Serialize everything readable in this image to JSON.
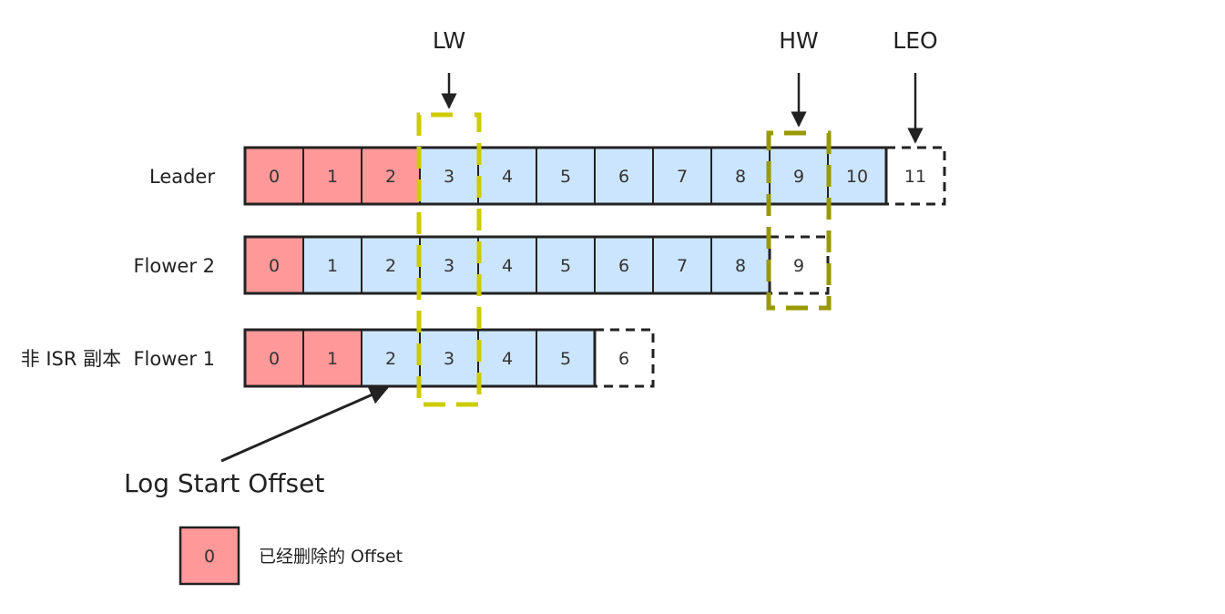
{
  "colors": {
    "deleted": "#ff9999",
    "active": "#cce5ff",
    "pending": "#ffffff",
    "lw_bracket": "#cccc00",
    "hw_bracket": "#999900",
    "stroke": "#222222"
  },
  "markers": {
    "lw": "LW",
    "hw": "HW",
    "leo": "LEO"
  },
  "rows": [
    {
      "label": "Leader",
      "cells": [
        {
          "value": "0",
          "state": "deleted"
        },
        {
          "value": "1",
          "state": "deleted"
        },
        {
          "value": "2",
          "state": "deleted"
        },
        {
          "value": "3",
          "state": "active"
        },
        {
          "value": "4",
          "state": "active"
        },
        {
          "value": "5",
          "state": "active"
        },
        {
          "value": "6",
          "state": "active"
        },
        {
          "value": "7",
          "state": "active"
        },
        {
          "value": "8",
          "state": "active"
        },
        {
          "value": "9",
          "state": "active"
        },
        {
          "value": "10",
          "state": "active"
        },
        {
          "value": "11",
          "state": "pending"
        }
      ]
    },
    {
      "label": "Flower 2",
      "cells": [
        {
          "value": "0",
          "state": "deleted"
        },
        {
          "value": "1",
          "state": "active"
        },
        {
          "value": "2",
          "state": "active"
        },
        {
          "value": "3",
          "state": "active"
        },
        {
          "value": "4",
          "state": "active"
        },
        {
          "value": "5",
          "state": "active"
        },
        {
          "value": "6",
          "state": "active"
        },
        {
          "value": "7",
          "state": "active"
        },
        {
          "value": "8",
          "state": "active"
        },
        {
          "value": "9",
          "state": "pending"
        }
      ]
    },
    {
      "label": "非 ISR 副本  Flower 1",
      "cells": [
        {
          "value": "0",
          "state": "deleted"
        },
        {
          "value": "1",
          "state": "deleted"
        },
        {
          "value": "2",
          "state": "active"
        },
        {
          "value": "3",
          "state": "active"
        },
        {
          "value": "4",
          "state": "active"
        },
        {
          "value": "5",
          "state": "active"
        },
        {
          "value": "6",
          "state": "pending"
        }
      ]
    }
  ],
  "log_start_offset_label": "Log Start Offset",
  "legend": {
    "swatch_value": "0",
    "text": "已经删除的 Offset"
  }
}
